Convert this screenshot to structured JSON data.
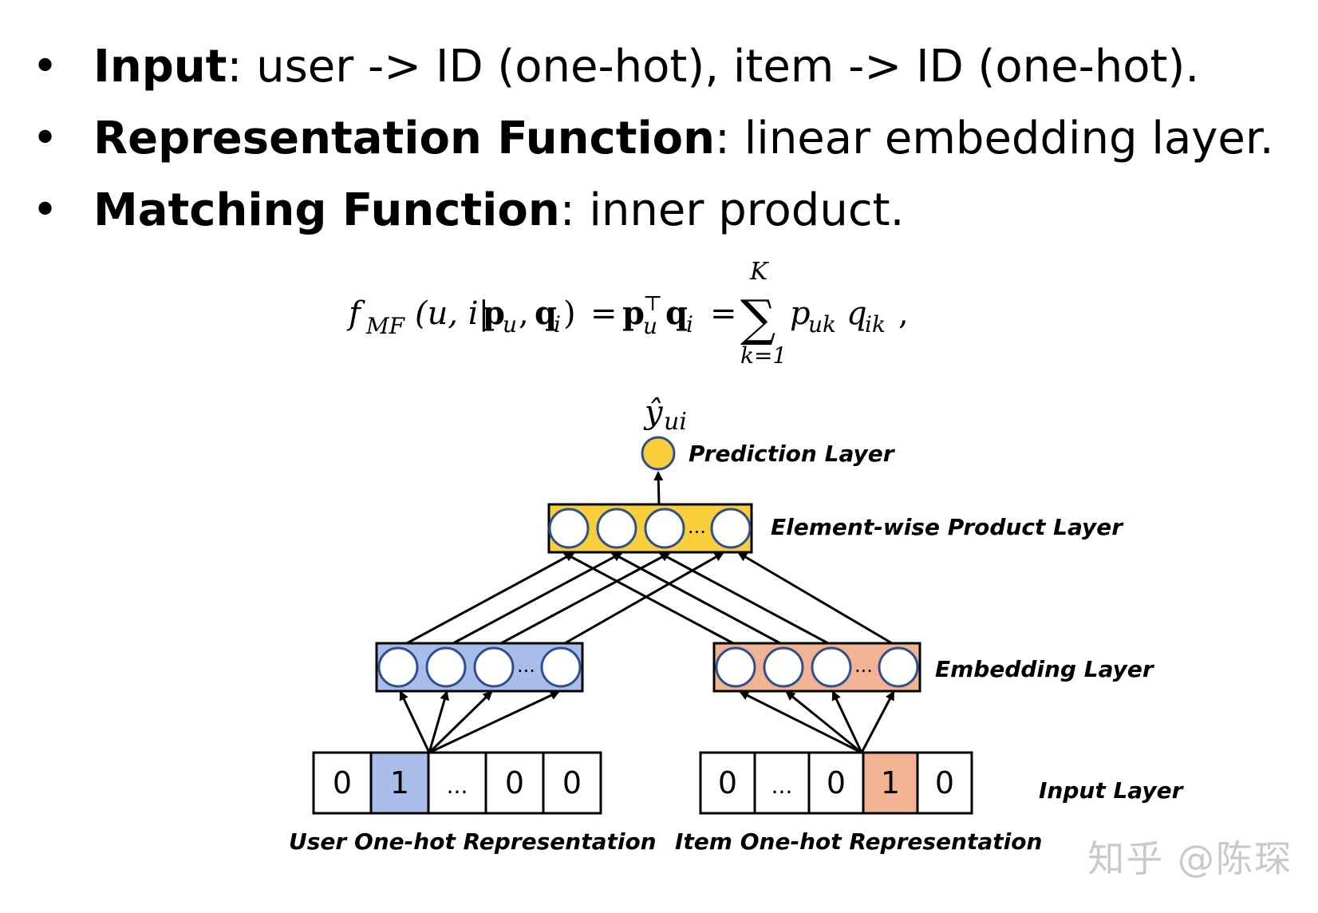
{
  "bullets": [
    {
      "bold": "Input",
      "rest": ": user -> ID (one-hot), item -> ID (one-hot)."
    },
    {
      "bold": "Representation Function",
      "rest": ": linear embedding layer."
    },
    {
      "bold": "Matching Function",
      "rest": ": inner product."
    }
  ],
  "formula": {
    "lhs_f": "f",
    "lhs_sub": "MF",
    "lhs_args": "(u, i|",
    "p_u": "p",
    "q_i": "q",
    "eq": "=",
    "sum_top": "K",
    "sum_bottom": "k=1",
    "sum_symbol": "∑",
    "sum_body": "p",
    "sub_uk": "uk",
    "q": "q",
    "sub_ik": "ik",
    "sub_u": "u",
    "sub_i": "i",
    "transpose": "⊤"
  },
  "diagram": {
    "output_symbol": "ŷ",
    "output_sub": "ui",
    "layers": {
      "prediction": "Prediction Layer",
      "elementwise": "Element-wise Product Layer",
      "embedding": "Embedding Layer",
      "input": "Input Layer"
    },
    "ellipsis": "...",
    "user_vector": [
      "0",
      "1",
      "...",
      "0",
      "0"
    ],
    "item_vector": [
      "0",
      "...",
      "0",
      "1",
      "0"
    ],
    "user_caption": "User One-hot Representation",
    "item_caption": "Item One-hot Representation",
    "colors": {
      "yellow": "#F8CE3A",
      "blue": "#A9BDEB",
      "orange": "#F2B393",
      "node_stroke": "#2F4F8F"
    }
  },
  "watermark": "知乎 @陈琛"
}
